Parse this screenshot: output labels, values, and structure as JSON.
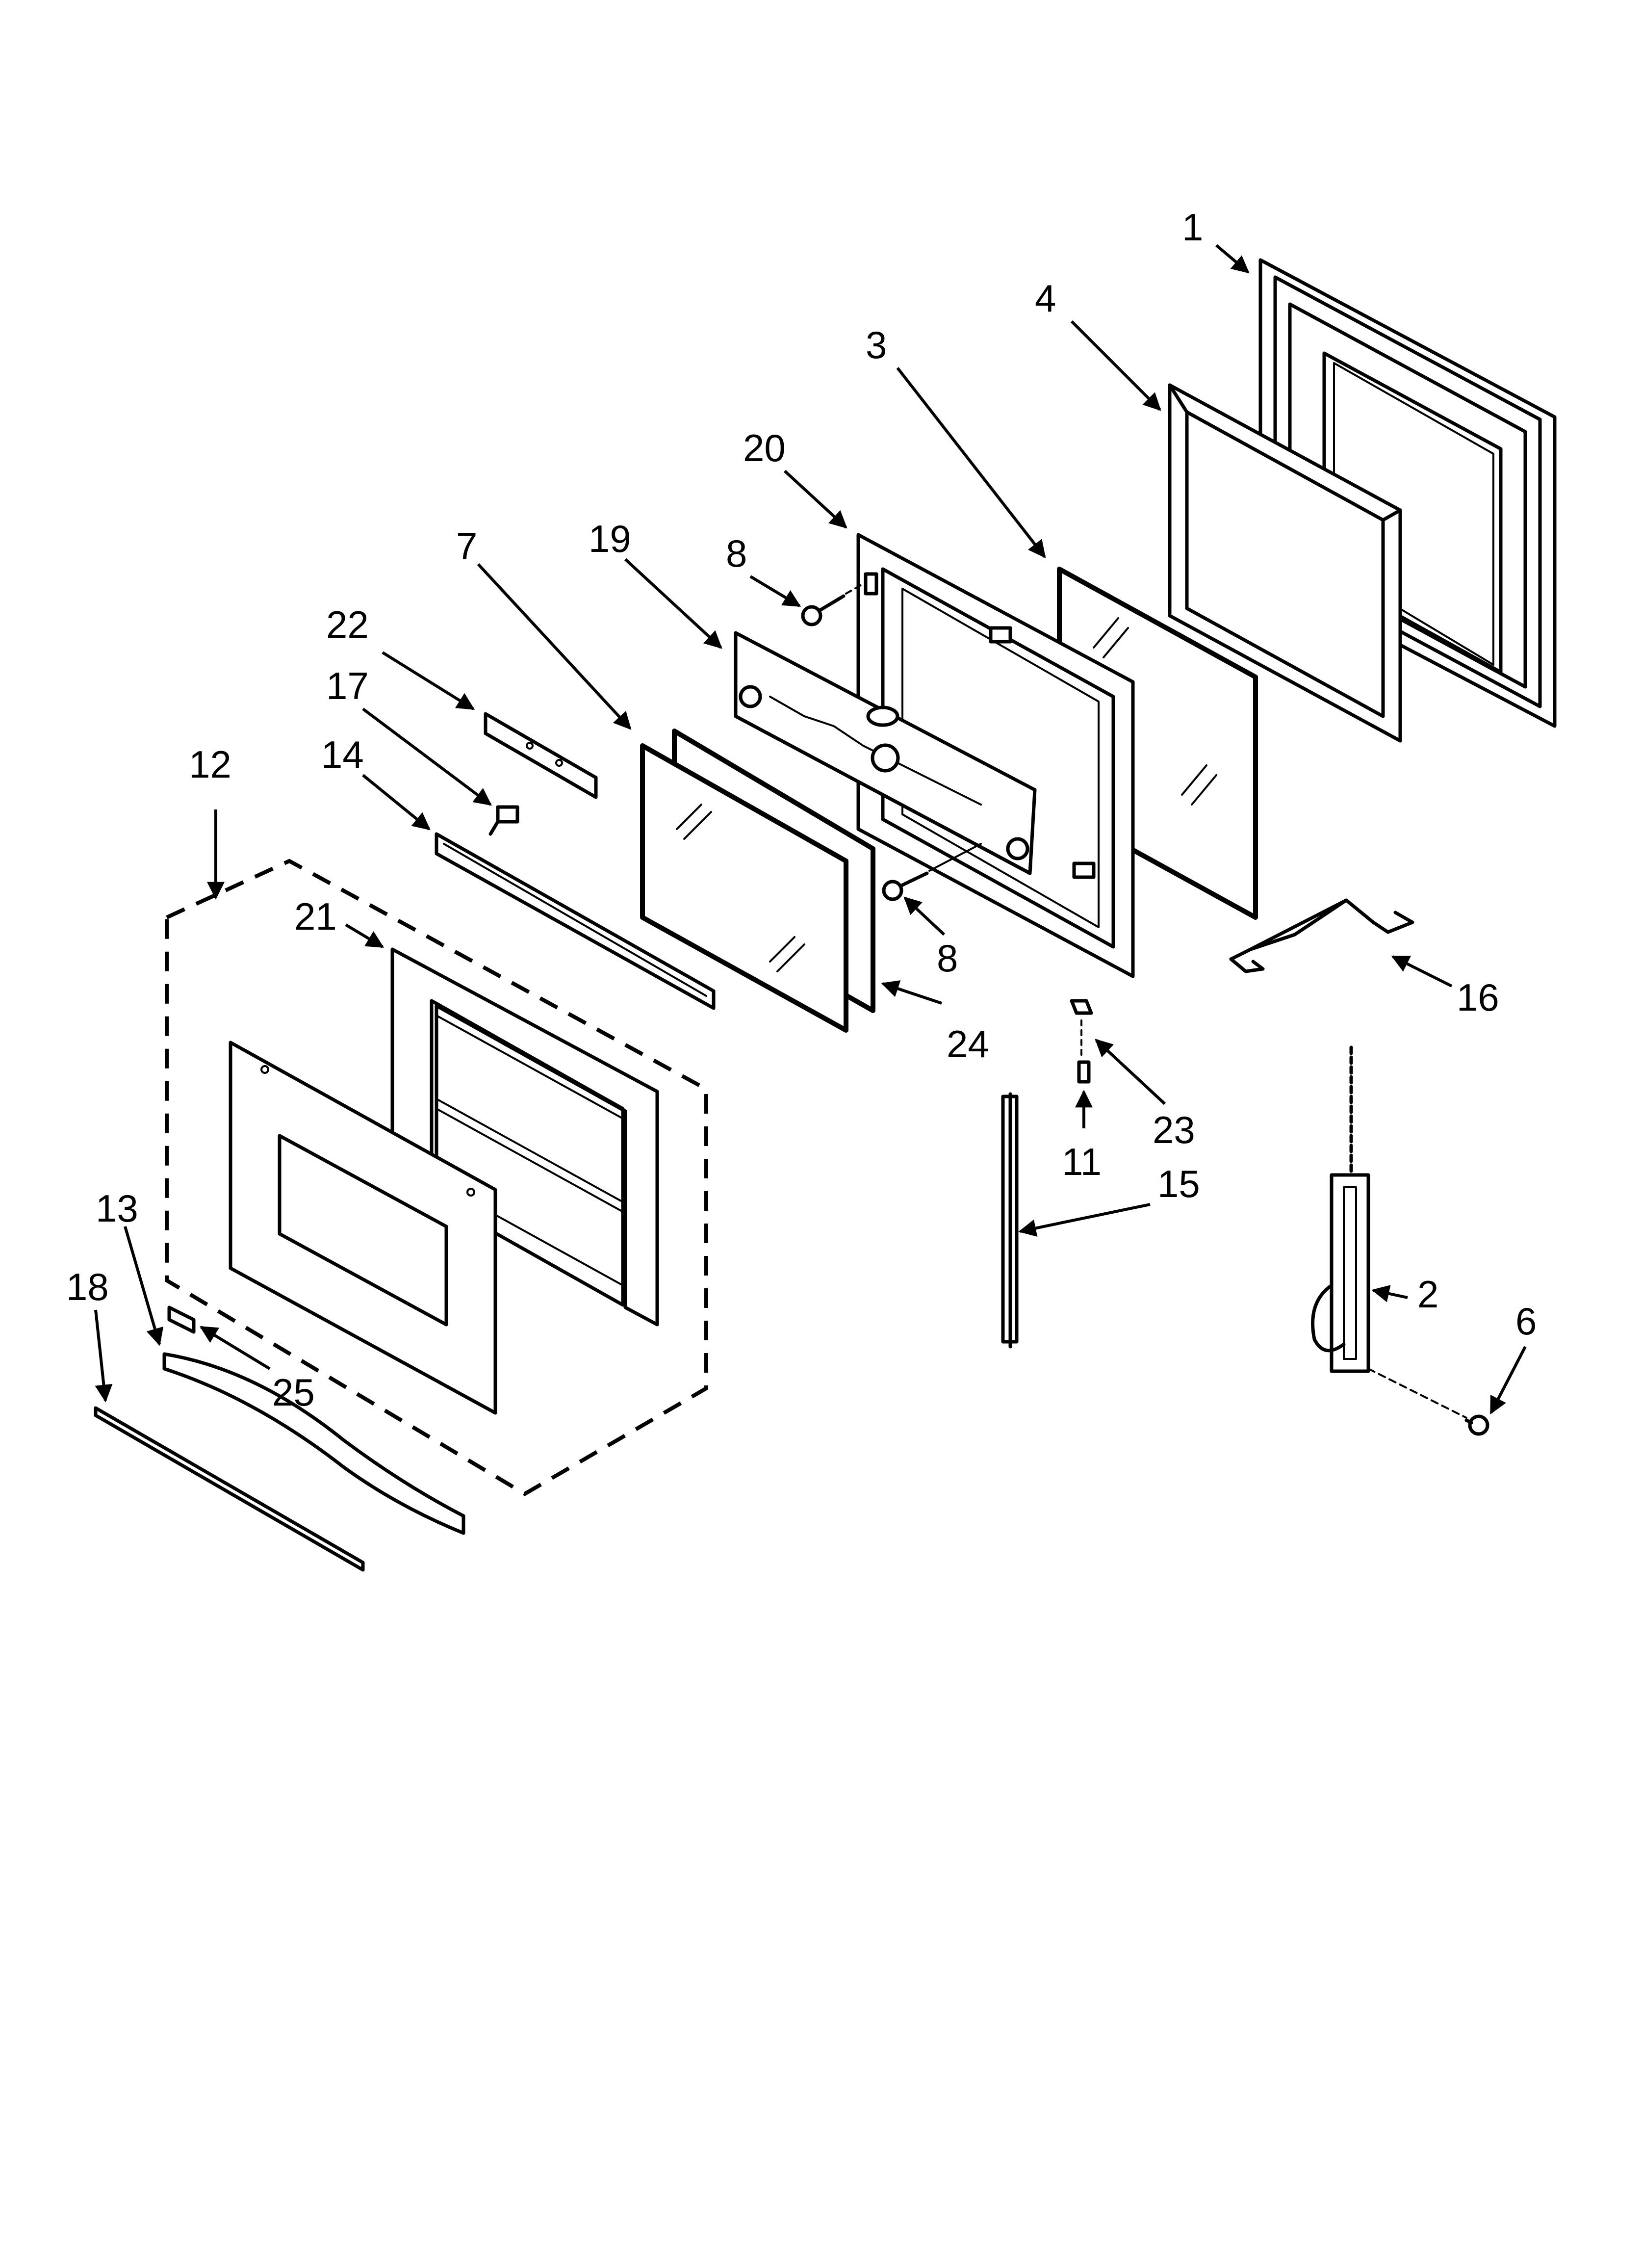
{
  "diagram": {
    "callouts": [
      {
        "id": "c1",
        "label": "1"
      },
      {
        "id": "c2",
        "label": "2"
      },
      {
        "id": "c3",
        "label": "3"
      },
      {
        "id": "c4",
        "label": "4"
      },
      {
        "id": "c6",
        "label": "6"
      },
      {
        "id": "c7",
        "label": "7"
      },
      {
        "id": "c8a",
        "label": "8"
      },
      {
        "id": "c8b",
        "label": "8"
      },
      {
        "id": "c11",
        "label": "11"
      },
      {
        "id": "c12",
        "label": "12"
      },
      {
        "id": "c13",
        "label": "13"
      },
      {
        "id": "c14",
        "label": "14"
      },
      {
        "id": "c15",
        "label": "15"
      },
      {
        "id": "c16",
        "label": "16"
      },
      {
        "id": "c17",
        "label": "17"
      },
      {
        "id": "c18",
        "label": "18"
      },
      {
        "id": "c19",
        "label": "19"
      },
      {
        "id": "c20",
        "label": "20"
      },
      {
        "id": "c21",
        "label": "21"
      },
      {
        "id": "c22",
        "label": "22"
      },
      {
        "id": "c23",
        "label": "23"
      },
      {
        "id": "c24",
        "label": "24"
      },
      {
        "id": "c25",
        "label": "25"
      }
    ],
    "colors": {
      "ink": "#000000",
      "paper": "#ffffff"
    }
  }
}
